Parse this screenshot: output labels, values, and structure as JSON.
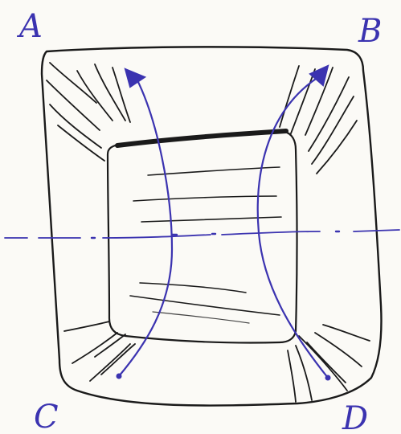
{
  "labels": {
    "top_left": "A",
    "top_right": "B",
    "bottom_left": "C",
    "bottom_right": "D"
  },
  "colors": {
    "paper": "#fbfaf6",
    "ink_black": "#1a1a1a",
    "ink_blue": "#3b33b0"
  }
}
